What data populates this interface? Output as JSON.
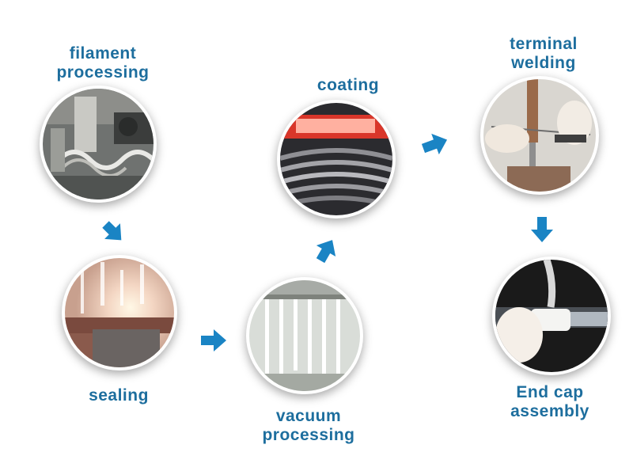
{
  "colors": {
    "label": "#1d6e9e",
    "arrow": "#1a84c4"
  },
  "steps": [
    {
      "label": "filament\nprocessing",
      "photo": "filament-processing-photo"
    },
    {
      "label": "sealing",
      "photo": "sealing-photo"
    },
    {
      "label": "vacuum\nprocessing",
      "photo": "vacuum-processing-photo"
    },
    {
      "label": "coating",
      "photo": "coating-photo"
    },
    {
      "label": "terminal\nwelding",
      "photo": "terminal-welding-photo"
    },
    {
      "label": "End cap\nassembly",
      "photo": "end-cap-assembly-photo"
    }
  ],
  "arrows": [
    "arrow-down-right-icon",
    "arrow-right-icon",
    "arrow-up-right-icon",
    "arrow-right-up-icon",
    "arrow-down-icon"
  ]
}
